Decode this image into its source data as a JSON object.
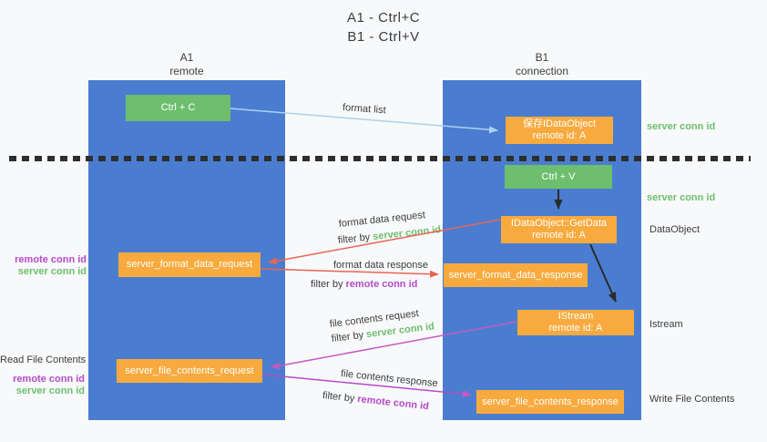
{
  "title": {
    "line1": "A1 - Ctrl+C",
    "line2": "B1 - Ctrl+V"
  },
  "lanes": {
    "left": {
      "name": "A1",
      "subtitle": "remote"
    },
    "right": {
      "name": "B1",
      "subtitle": "connection"
    }
  },
  "boxes": {
    "ctrl_c": "Ctrl + C",
    "ctrl_v": "Ctrl + V",
    "save_dataobject_line1": "保存IDataObject",
    "save_dataobject_line2": "remote id: A",
    "getdata_line1": "IDataObject::GetData",
    "getdata_line2": "remote id: A",
    "istream_line1": "IStream",
    "istream_line2": "remote id: A",
    "format_request": "server_format_data_request",
    "format_response": "server_format_data_response",
    "file_request": "server_file_contents_request",
    "file_response": "server_file_contents_response"
  },
  "annotations": {
    "server_conn_id": "server conn id",
    "remote_conn_id": "remote conn id",
    "dataobject": "DataObject",
    "istream": "Istream",
    "read_file_contents": "Read File Contents",
    "write_file_contents": "Write File Contents"
  },
  "arrow_labels": {
    "format_list": "format list",
    "format_data_request": "format data request",
    "format_data_response": "format data response",
    "file_contents_request": "file contents request",
    "file_contents_response": "file contents response",
    "filter_by": "filter by "
  },
  "colors": {
    "lane_blue": "#4a7dd0",
    "box_green": "#6dbf6e",
    "box_orange": "#f8aa3e",
    "text_green": "#6dbf6d",
    "text_purple": "#b44bc8",
    "arrow_red": "#e96456",
    "arrow_magenta": "#c45ac0",
    "arrow_light_blue": "#a9d3ee",
    "arrow_black": "#2b2b2b",
    "text_dark": "#3c3c3c",
    "background": "#f8f9fa"
  }
}
